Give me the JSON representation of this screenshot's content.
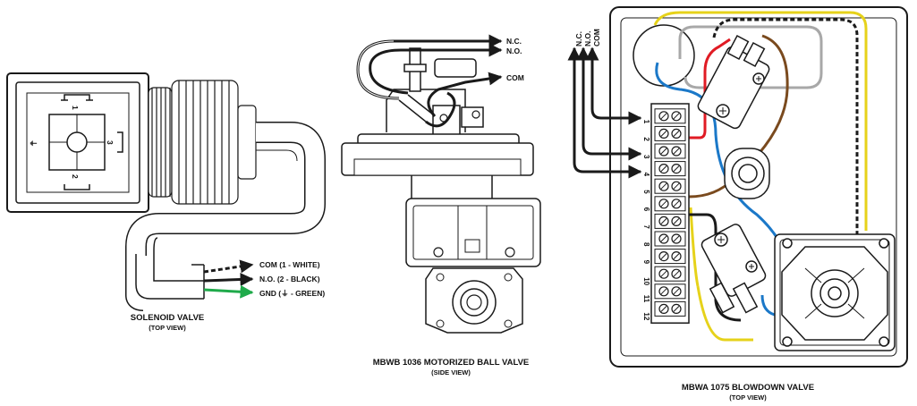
{
  "colors": {
    "line": "#1a1a1a",
    "green": "#1faa4a",
    "yellow": "#e6d21a",
    "red": "#e01b24",
    "blue": "#1b78c8",
    "brown": "#7a4a1e",
    "gray": "#a8a8a8"
  },
  "solenoid": {
    "caption": "SOLENOID VALVE",
    "subcaption": "(TOP VIEW)",
    "pin1": "1",
    "pin2": "2",
    "pin3": "3",
    "ground_symbol": "⏚",
    "wires": [
      {
        "label": "COM (1 - WHITE)",
        "color": "#1a1a1a",
        "style": "dashed"
      },
      {
        "label": "N.O. (2 - BLACK)",
        "color": "#1a1a1a",
        "style": "solid"
      },
      {
        "label": "GND (⏚ - GREEN)",
        "color": "#1faa4a",
        "style": "solid"
      }
    ]
  },
  "ball_valve": {
    "caption": "MBWB 1036 MOTORIZED BALL VALVE",
    "subcaption": "(SIDE VIEW)",
    "nc": "N.C.",
    "no": "N.O.",
    "com": "COM"
  },
  "blowdown": {
    "caption": "MBWA 1075 BLOWDOWN VALVE",
    "subcaption": "(TOP VIEW)",
    "side_labels": [
      "N.C.",
      "N.O.",
      "COM"
    ],
    "terminals": [
      "1",
      "2",
      "3",
      "4",
      "5",
      "6",
      "7",
      "8",
      "9",
      "10",
      "11",
      "12"
    ]
  }
}
